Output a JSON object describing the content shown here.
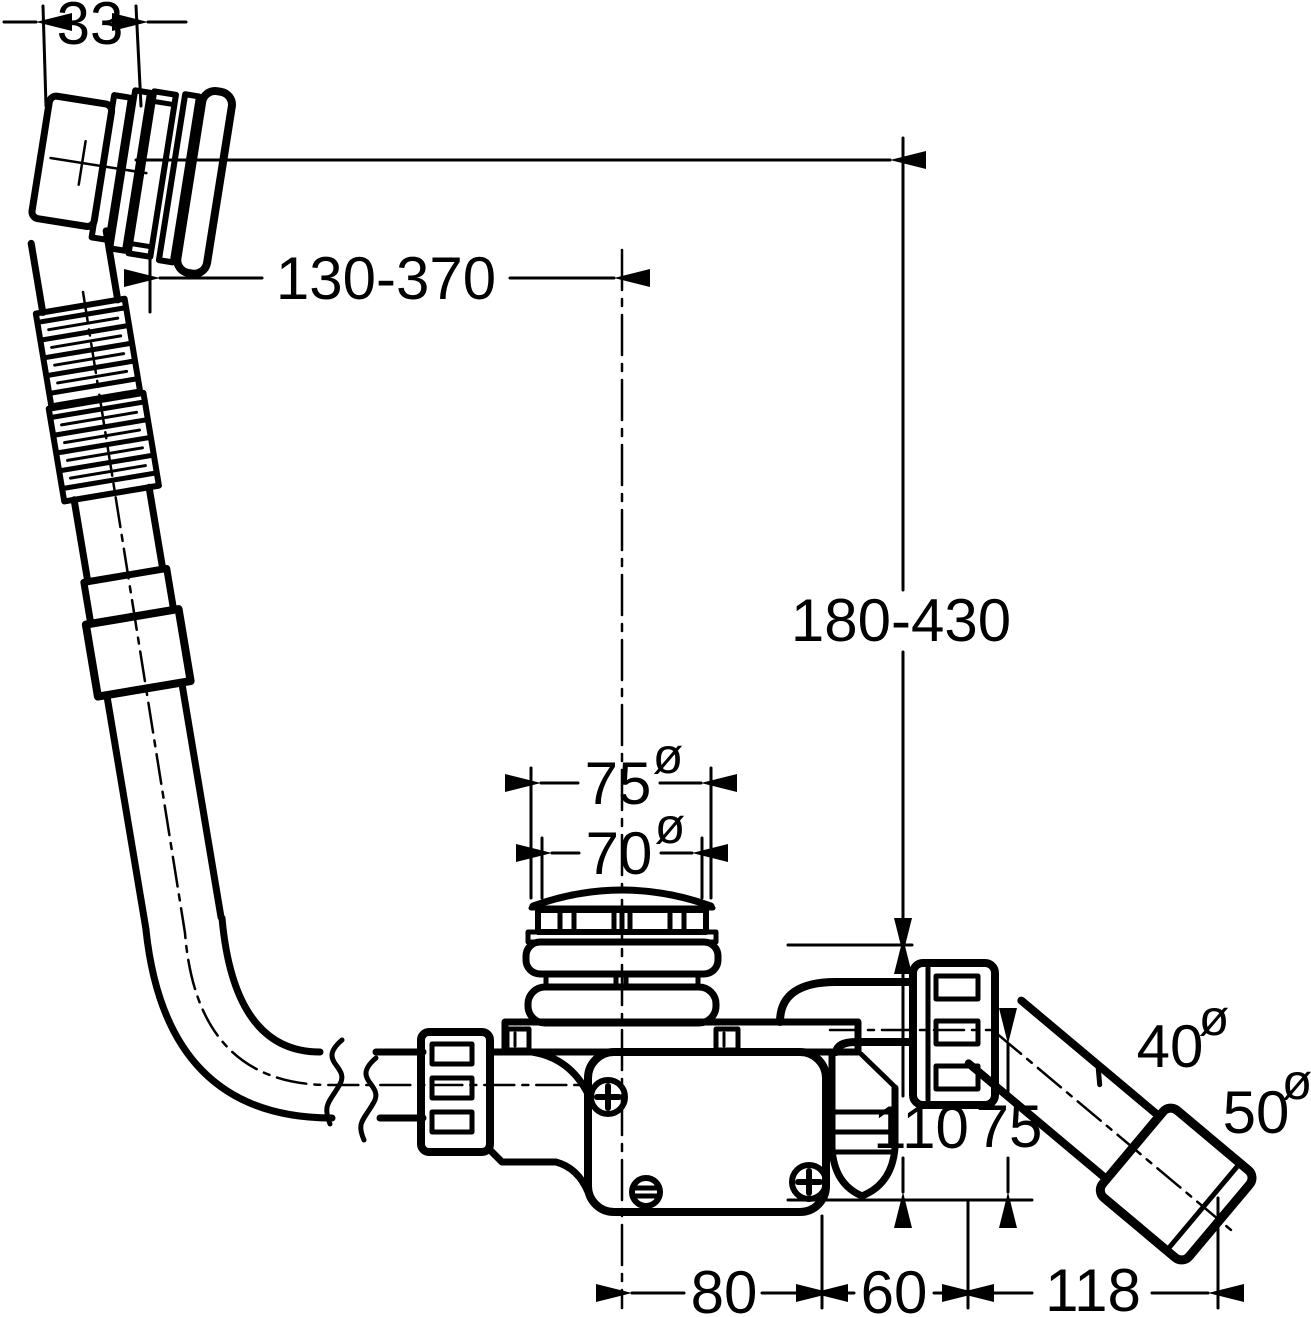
{
  "diagram": {
    "type": "technical-drawing",
    "subject": "Bath waste, overflow and filler set: overflow fitting with flexible hose, drain plug with trap body and 45-degree outlet",
    "units": "mm",
    "line_color": "#000000",
    "background_color": "#ffffff",
    "dimensions": {
      "overflow_width": "33",
      "overflow_to_drain_range": "130-370",
      "overflow_height_range": "180-430",
      "plug_outer_diameter": "75",
      "plug_inner_diameter": "70",
      "outlet_pipe_diameter": "40",
      "outlet_coupling_diameter": "50",
      "outlet_top_height": "110",
      "outlet_center_height": "75",
      "body_length": "80",
      "body_to_outlet_length": "60",
      "outlet_length": "118",
      "diameter_symbol": "ø"
    }
  }
}
